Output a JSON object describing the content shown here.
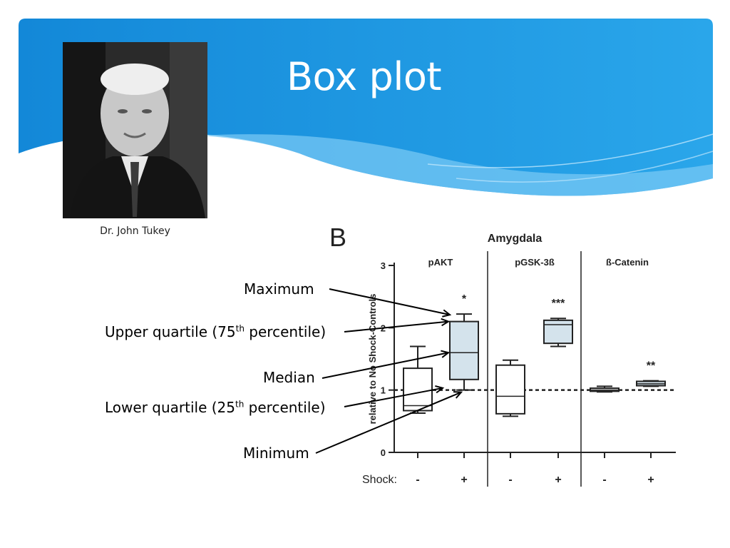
{
  "slide": {
    "title": "Box plot",
    "photo_caption": "Dr. John Tukey",
    "annotations": {
      "maximum": "Maximum",
      "upper_prefix": "Upper quartile (75",
      "upper_sup": "th",
      "upper_suffix": " percentile)",
      "median": "Median",
      "lower_prefix": "Lower quartile (25",
      "lower_sup": "th",
      "lower_suffix": " percentile)",
      "minimum": "Minimum"
    },
    "colors": {
      "header_blue": "#1a93e0",
      "header_light": "#4fb8f2",
      "box_fill": "#d4e3ec"
    }
  },
  "chart_data": {
    "type": "box",
    "panel_label": "B",
    "title": "Amygdala",
    "ylabel": "relative to No Shock-Controls",
    "ylim": [
      0,
      3
    ],
    "yticks": [
      "0",
      "1",
      "2",
      "3"
    ],
    "reference_line": 1,
    "xlabel_prefix": "Shock:",
    "groups": [
      {
        "name": "pAKT",
        "boxes": [
          {
            "shock": "-",
            "min": 0.63,
            "q1": 0.67,
            "median": 0.75,
            "q3": 1.35,
            "max": 1.7,
            "filled": false,
            "sig": ""
          },
          {
            "shock": "+",
            "min": 1.0,
            "q1": 1.17,
            "median": 1.6,
            "q3": 2.1,
            "max": 2.22,
            "filled": true,
            "sig": "*"
          }
        ]
      },
      {
        "name": "pGSK-3ß",
        "boxes": [
          {
            "shock": "-",
            "min": 0.58,
            "q1": 0.62,
            "median": 0.9,
            "q3": 1.4,
            "max": 1.48,
            "filled": false,
            "sig": ""
          },
          {
            "shock": "+",
            "min": 1.7,
            "q1": 1.75,
            "median": 2.05,
            "q3": 2.12,
            "max": 2.15,
            "filled": true,
            "sig": "***"
          }
        ]
      },
      {
        "name": "ß-Catenin",
        "boxes": [
          {
            "shock": "-",
            "min": 0.97,
            "q1": 0.98,
            "median": 1.0,
            "q3": 1.03,
            "max": 1.06,
            "filled": false,
            "sig": ""
          },
          {
            "shock": "+",
            "min": 1.06,
            "q1": 1.07,
            "median": 1.1,
            "q3": 1.14,
            "max": 1.15,
            "filled": true,
            "sig": "**"
          }
        ]
      }
    ]
  }
}
